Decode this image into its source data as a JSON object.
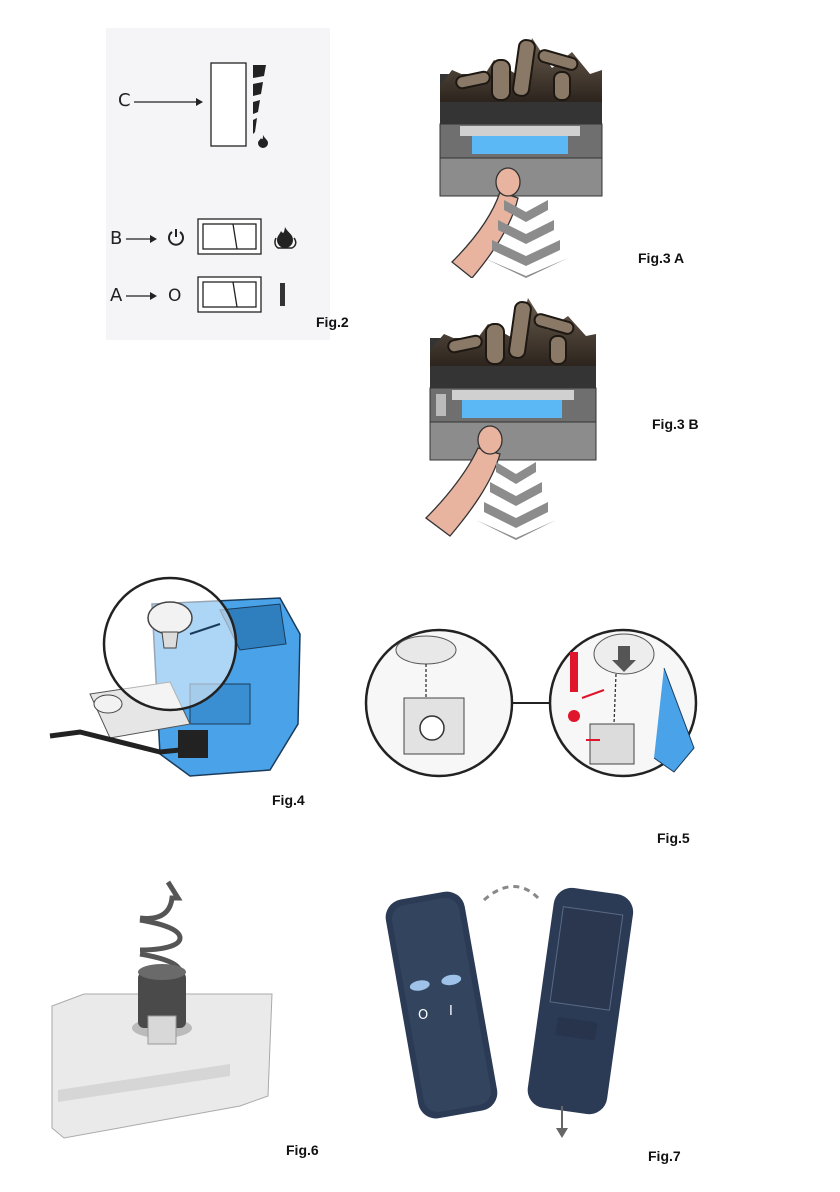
{
  "figures": {
    "fig2": {
      "label": "Fig.2",
      "letters": {
        "a": "A",
        "b": "B",
        "c": "C"
      },
      "switch_a_off": "O",
      "switch_a_on": "I"
    },
    "fig3a": {
      "label": "Fig.3 A"
    },
    "fig3b": {
      "label": "Fig.3 B"
    },
    "fig4": {
      "label": "Fig.4"
    },
    "fig5": {
      "label": "Fig.5"
    },
    "fig6": {
      "label": "Fig.6"
    },
    "fig7": {
      "label": "Fig.7",
      "button_off": "O",
      "button_on": "I"
    }
  },
  "colors": {
    "accent_blue": "#4aa3e8",
    "flame_blue": "#5bb8f5",
    "arm": "#e8b4a0",
    "warning_red": "#e0142a",
    "remote": "#2b3a55"
  }
}
